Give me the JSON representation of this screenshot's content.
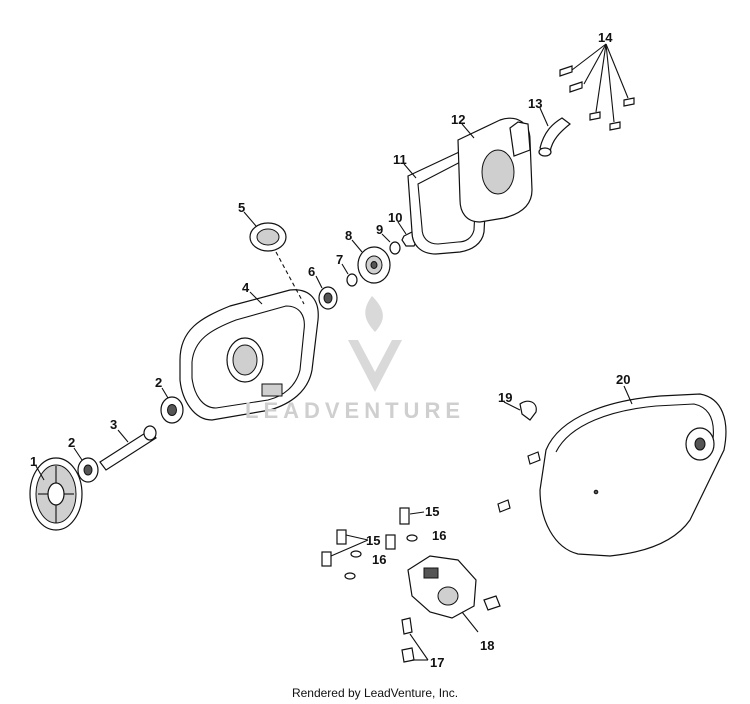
{
  "watermark": {
    "text": "LEADVENTURE"
  },
  "footer": {
    "text": "Rendered by LeadVenture, Inc."
  },
  "callouts": [
    "1",
    "2",
    "3",
    "2",
    "4",
    "5",
    "6",
    "7",
    "8",
    "9",
    "10",
    "11",
    "12",
    "13",
    "14",
    "15",
    "15",
    "16",
    "16",
    "17",
    "18",
    "19",
    "20"
  ]
}
